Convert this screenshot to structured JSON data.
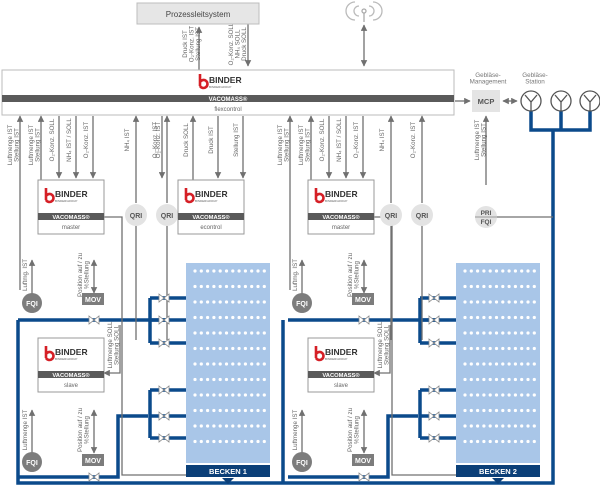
{
  "process_control": {
    "title": "Prozessleitsystem"
  },
  "wireless": {
    "icon": "wireless-antenna-icon"
  },
  "top_signals": {
    "up": [
      "Druck IST",
      "O₂-Konz. IST",
      "Stellung IST"
    ],
    "down": [
      "O₂-Konz. SOLL",
      "NH₄ SOLL",
      "Druck SOLL"
    ]
  },
  "flexcontrol": {
    "brand": "BINDER",
    "brand_sub": "BINDERGROUP",
    "product": "VACOMASS®",
    "model": "flexcontrol"
  },
  "blower_management": {
    "title": "Gebläse-Management",
    "unit": "MCP"
  },
  "blower_station": {
    "title": "Gebläse-Station",
    "count": 3
  },
  "pri_fqi": {
    "top": "PRI",
    "bottom": "FQI"
  },
  "signals": {
    "luftmenge_stellung_ist": "Luftmenge IST\nStellung IST",
    "o2_soll": "O₂-Konz. SOLL",
    "nh4_ist_soll": "NH₄ IST / SOLL",
    "o2_ist": "O₂-Konz. IST",
    "nh4_ist": "NH₄ IST",
    "druck_soll": "Druck SOLL",
    "druck_ist": "Druck IST",
    "stellung_ist": "Stellung IST",
    "luftmenge_ist": "Luftmenge IST",
    "luftm_ist": "Luftmg. IST",
    "position": "Position auf / zu\n%Stellung",
    "slave_soll": "Luftmenge SOLL\nStellung SOLL"
  },
  "controllers": {
    "master": {
      "brand": "BINDER",
      "brand_sub": "BINDERGROUP",
      "product": "VACOMASS®",
      "model": "master"
    },
    "econtrol": {
      "brand": "BINDER",
      "brand_sub": "BINDERGROUP",
      "product": "VACOMASS®",
      "model": "econtrol"
    },
    "slave": {
      "brand": "BINDER",
      "brand_sub": "BINDERGROUP",
      "product": "VACOMASS®",
      "model": "slave"
    }
  },
  "instruments": {
    "qri": "QRI",
    "fqi": "FQI",
    "mov": "MOV"
  },
  "basins": [
    {
      "label": "BECKEN 1"
    },
    {
      "label": "BECKEN 2"
    }
  ],
  "colors": {
    "pipe": "#0b4a8b",
    "basin": "#a9c6e8",
    "basin_label_bg": "#0b3f78",
    "signal": "#707070",
    "brand_red": "#d51f26",
    "bar_dark": "#5a5a5a",
    "instrument_light": "#e3e3e3",
    "instrument_dark": "#7c7c7c"
  }
}
